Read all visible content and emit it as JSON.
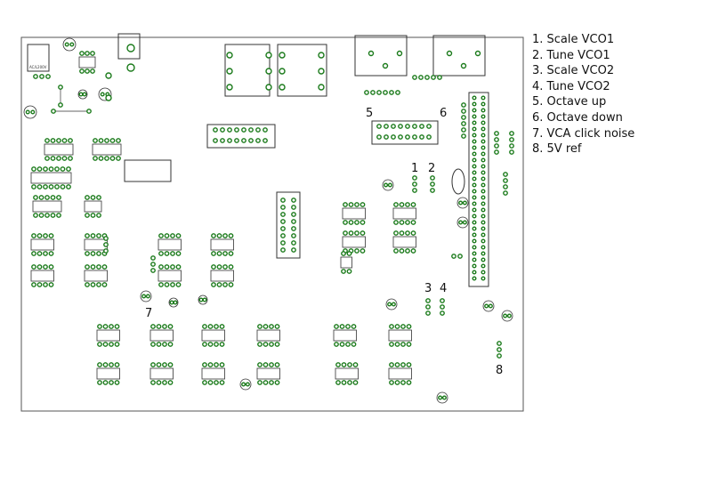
{
  "legend": {
    "items": [
      "1. Scale VCO1",
      "2. Tune VCO1",
      "3. Scale VCO2",
      "4. Tune VCO2",
      "5. Octave up",
      "6. Octave down",
      "7. VCA click noise",
      "8. 5V ref"
    ]
  },
  "board": {
    "markers": {
      "m1": "1",
      "m2": "2",
      "m3": "3",
      "m4": "4",
      "m5": "5",
      "m6": "6",
      "m7": "7",
      "m8": "8"
    },
    "regulator_text": "AC/L200V",
    "colors": {
      "outline": "#555555",
      "pad": "#1a7a1a",
      "pad_fill": "#ffffff",
      "silkscreen": "#333333"
    }
  }
}
